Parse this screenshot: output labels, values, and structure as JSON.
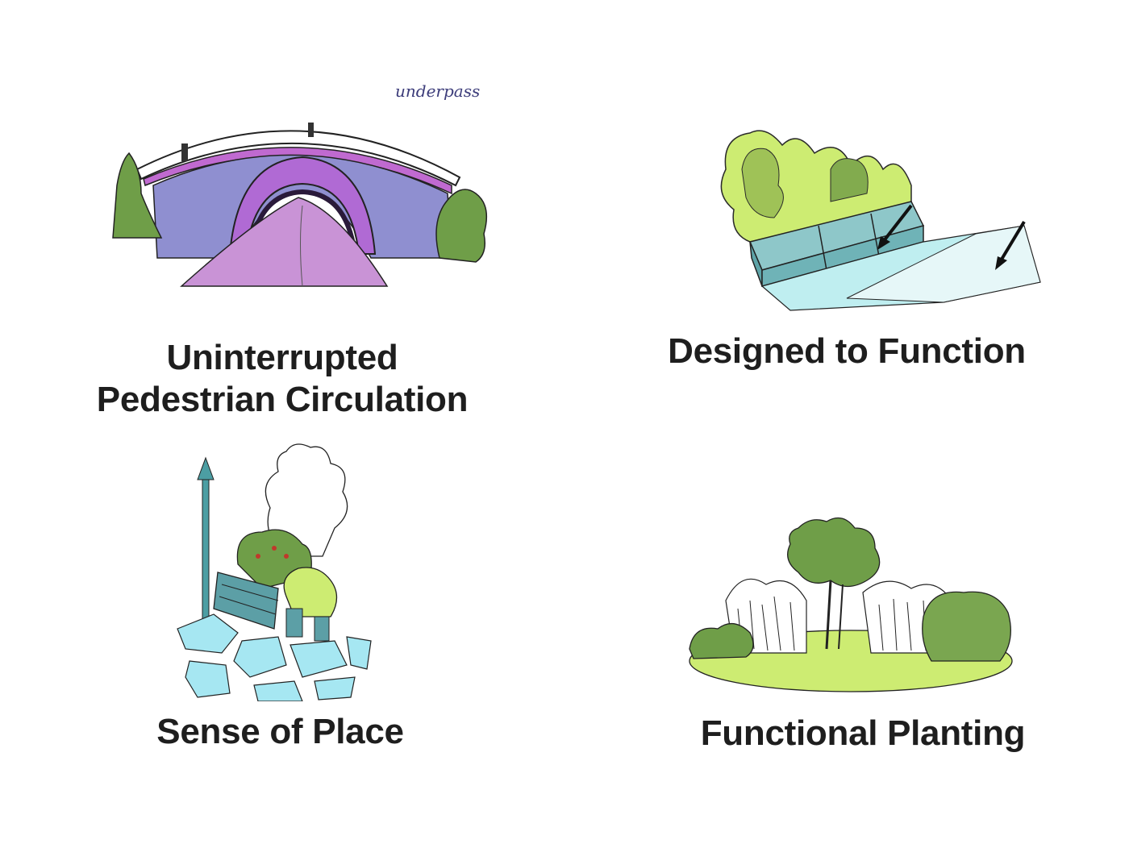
{
  "panels": {
    "underpass": {
      "handwritten_note": "underpass",
      "caption_line1": "Uninterrupted",
      "caption_line2": "Pedestrian Circulation"
    },
    "function": {
      "caption": "Designed to Function"
    },
    "place": {
      "caption": "Sense of Place"
    },
    "planting": {
      "caption": "Functional Planting"
    }
  },
  "palette": {
    "purple": "#8f8fd0",
    "magenta": "#c06ad0",
    "pink_path": "#c993d6",
    "green": "#6f9e48",
    "lime": "#cdec72",
    "teal": "#6fb3b7",
    "aqua": "#bfeef0",
    "paving": "#a6e7f2"
  }
}
